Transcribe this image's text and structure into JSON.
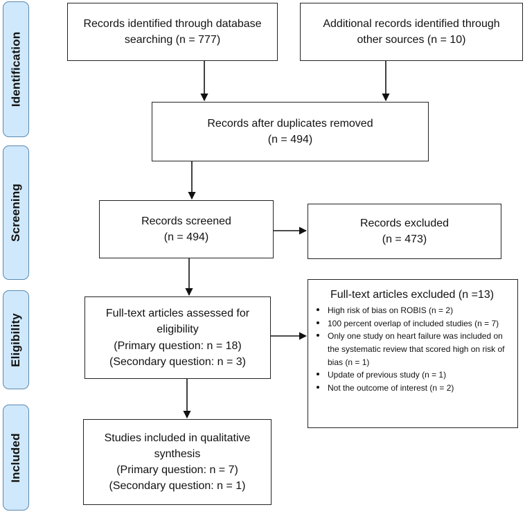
{
  "phases": {
    "identification": "Identification",
    "screening": "Screening",
    "eligibility": "Eligibility",
    "included": "Included"
  },
  "boxes": {
    "db_records": {
      "line1": "Records identified through database",
      "line2": "searching (n = 777)"
    },
    "other_records": {
      "line1": "Additional records identified through",
      "line2": "other sources (n = 10)"
    },
    "dedup": {
      "line1": "Records after duplicates removed",
      "line2": "(n = 494)"
    },
    "screened": {
      "line1": "Records screened",
      "line2": "(n = 494)"
    },
    "excluded": {
      "line1": "Records excluded",
      "line2": "(n = 473)"
    },
    "fulltext": {
      "line1": "Full-text articles assessed for",
      "line2": "eligibility",
      "line3": "(Primary question: n = 18)",
      "line4": "(Secondary question: n = 3)"
    },
    "fulltext_excluded": {
      "title": "Full-text articles excluded (n =13)",
      "reasons": [
        "High risk of bias on ROBIS (n = 2)",
        "100 percent overlap of included studies (n = 7)",
        "Only one study on heart failure was included on the systematic review that scored high on risk of bias (n = 1)",
        "Update of previous study (n = 1)",
        "Not the outcome of interest (n = 2)"
      ]
    },
    "included": {
      "line1": "Studies included in qualitative",
      "line2": "synthesis",
      "line3": "(Primary question: n = 7)",
      "line4": "(Secondary question: n = 1)"
    }
  }
}
